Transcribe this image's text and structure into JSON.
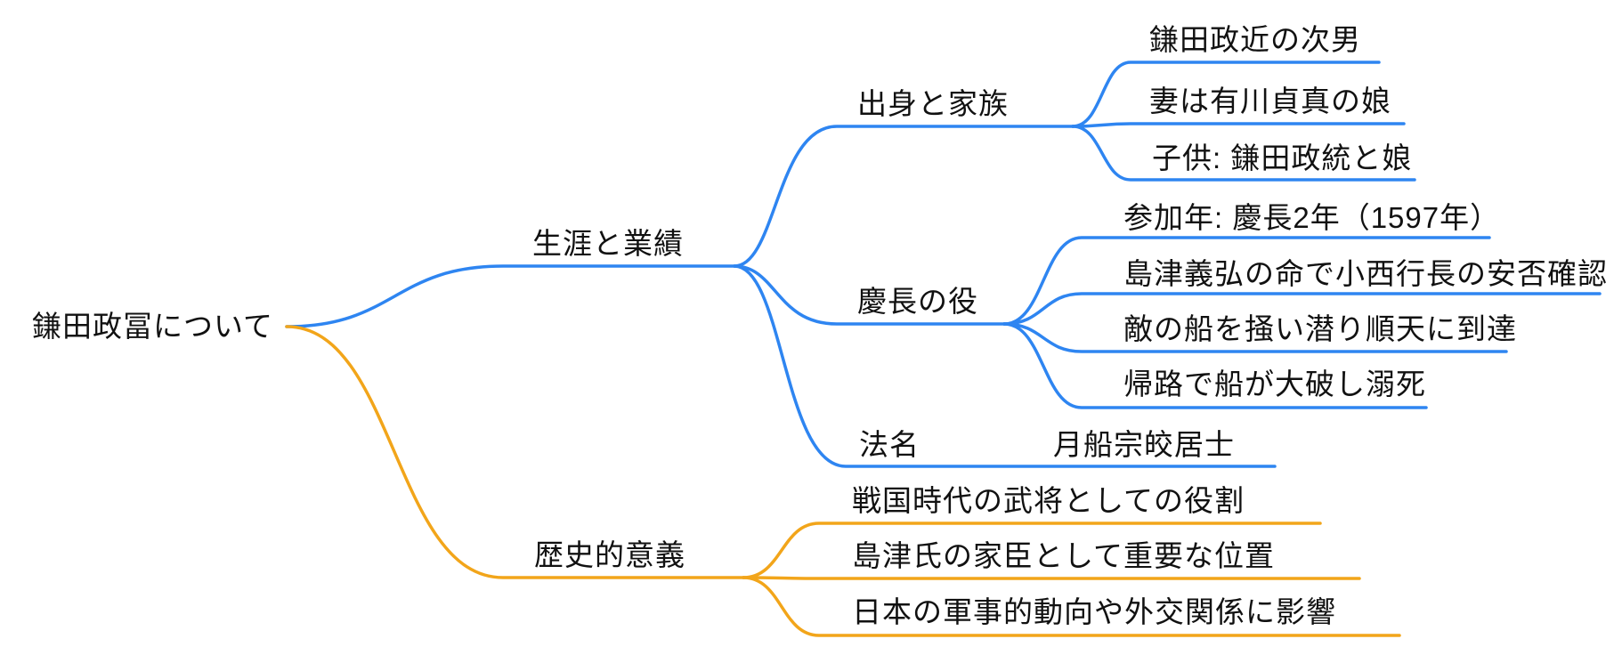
{
  "colors": {
    "primary_branch": "#2e85f1",
    "secondary_branch": "#f2a51a",
    "text": "#111111",
    "background": "#ffffff"
  },
  "root": {
    "label": "鎌田政冨について"
  },
  "branches": [
    {
      "label": "生涯と業績",
      "children": [
        {
          "label": "出身と家族",
          "children": [
            {
              "label": "鎌田政近の次男"
            },
            {
              "label": "妻は有川貞真の娘"
            },
            {
              "label": "子供: 鎌田政統と娘"
            }
          ]
        },
        {
          "label": "慶長の役",
          "children": [
            {
              "label": "参加年: 慶長2年（1597年）"
            },
            {
              "label": "島津義弘の命で小西行長の安否確認"
            },
            {
              "label": "敵の船を掻い潜り順天に到達"
            },
            {
              "label": "帰路で船が大破し溺死"
            }
          ]
        },
        {
          "label": "法名",
          "children": [
            {
              "label": "月船宗皎居士"
            }
          ]
        }
      ]
    },
    {
      "label": "歴史的意義",
      "children": [
        {
          "label": "戦国時代の武将としての役割"
        },
        {
          "label": "島津氏の家臣として重要な位置"
        },
        {
          "label": "日本の軍事的動向や外交関係に影響"
        }
      ]
    }
  ]
}
